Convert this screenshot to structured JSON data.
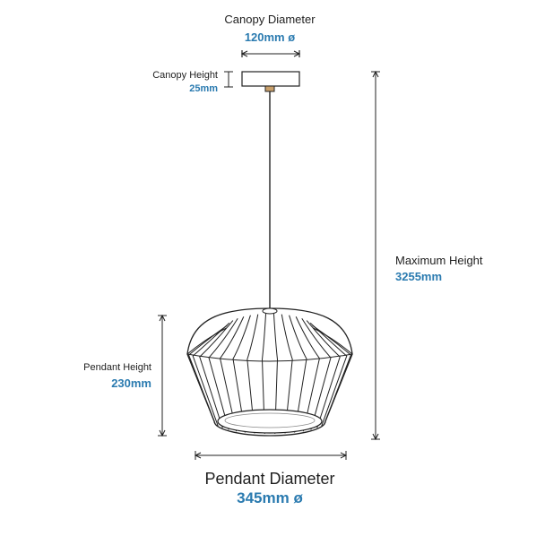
{
  "colors": {
    "value": "#2b7bb0",
    "line": "#222222",
    "accent": "#c9a06b"
  },
  "canopy_diameter": {
    "label": "Canopy Diameter",
    "value": "120mm ø"
  },
  "canopy_height": {
    "label": "Canopy Height",
    "value": "25mm"
  },
  "maximum_height": {
    "label": "Maximum Height",
    "value": "3255mm"
  },
  "pendant_height": {
    "label": "Pendant Height",
    "value": "230mm"
  },
  "pendant_diameter": {
    "label": "Pendant Diameter",
    "value": "345mm ø"
  }
}
